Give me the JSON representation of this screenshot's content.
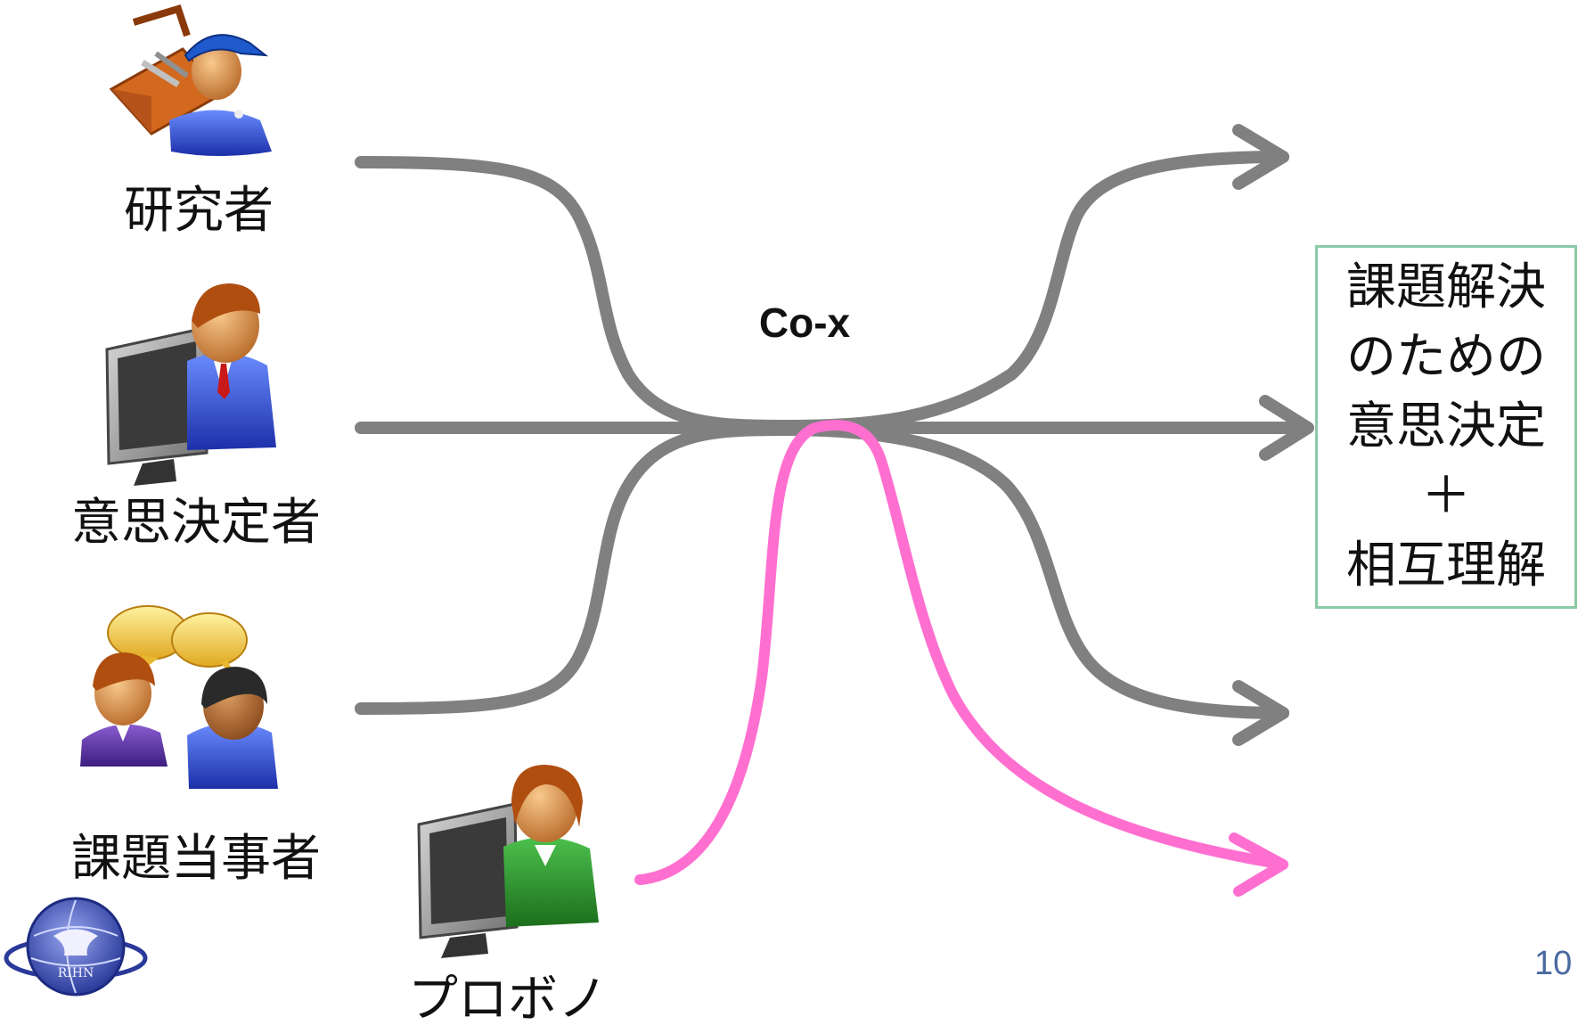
{
  "actors": {
    "researcher": "研究者",
    "decision_maker": "意思決定者",
    "stakeholder": "課題当事者",
    "probono": "プロボノ"
  },
  "center_label": "Co-x",
  "result": {
    "line1": "課題解決",
    "line2": "のための",
    "line3": "意思決定",
    "line4": "＋",
    "line5": "相互理解"
  },
  "logo_text": "RIHN",
  "page_number": "10",
  "colors": {
    "flow_gray": "#808080",
    "flow_pink": "#ff6fd0",
    "box_border": "#8cc9a6",
    "page_number": "#4a6aa0"
  },
  "icons": [
    "researcher-toolbox-person-icon",
    "person-at-computer-icon",
    "two-people-speech-bubbles-icon",
    "woman-at-computer-icon",
    "rihn-globe-logo"
  ]
}
